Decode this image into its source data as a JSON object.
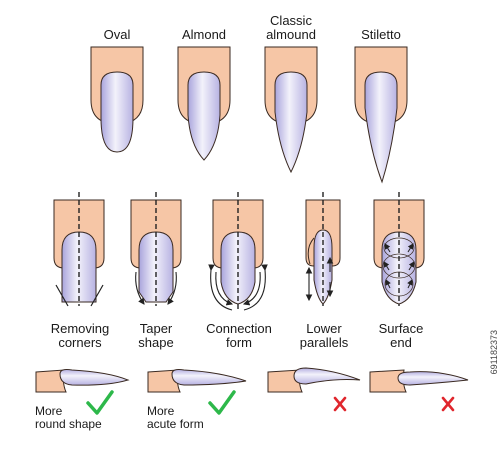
{
  "shapes": {
    "oval": "Oval",
    "almond": "Almond",
    "classic_almond_line1": "Classic",
    "classic_almond_line2": "almound",
    "stiletto": "Stiletto"
  },
  "steps": {
    "removing_corners": [
      "Removing",
      "corners"
    ],
    "taper_shape": [
      "Taper",
      "shape"
    ],
    "connection_form": [
      "Connection",
      "form"
    ],
    "lower_parallels": [
      "Lower",
      "parallels"
    ],
    "surface_end": [
      "Surface",
      "end"
    ]
  },
  "profiles": {
    "round": [
      "More",
      "round shape"
    ],
    "acute": [
      "More",
      "acute form"
    ],
    "round_mark": "check",
    "acute_mark": "check",
    "profile3_mark": "cross",
    "profile4_mark": "cross"
  },
  "stock_id": "691182373",
  "colors": {
    "skin": "#f6c6a6",
    "skin_stroke": "#3a2a22",
    "nail": "#c9c6ec",
    "nail_shine": "#f2f1fb",
    "check": "#2db84a",
    "cross": "#e0262d"
  }
}
